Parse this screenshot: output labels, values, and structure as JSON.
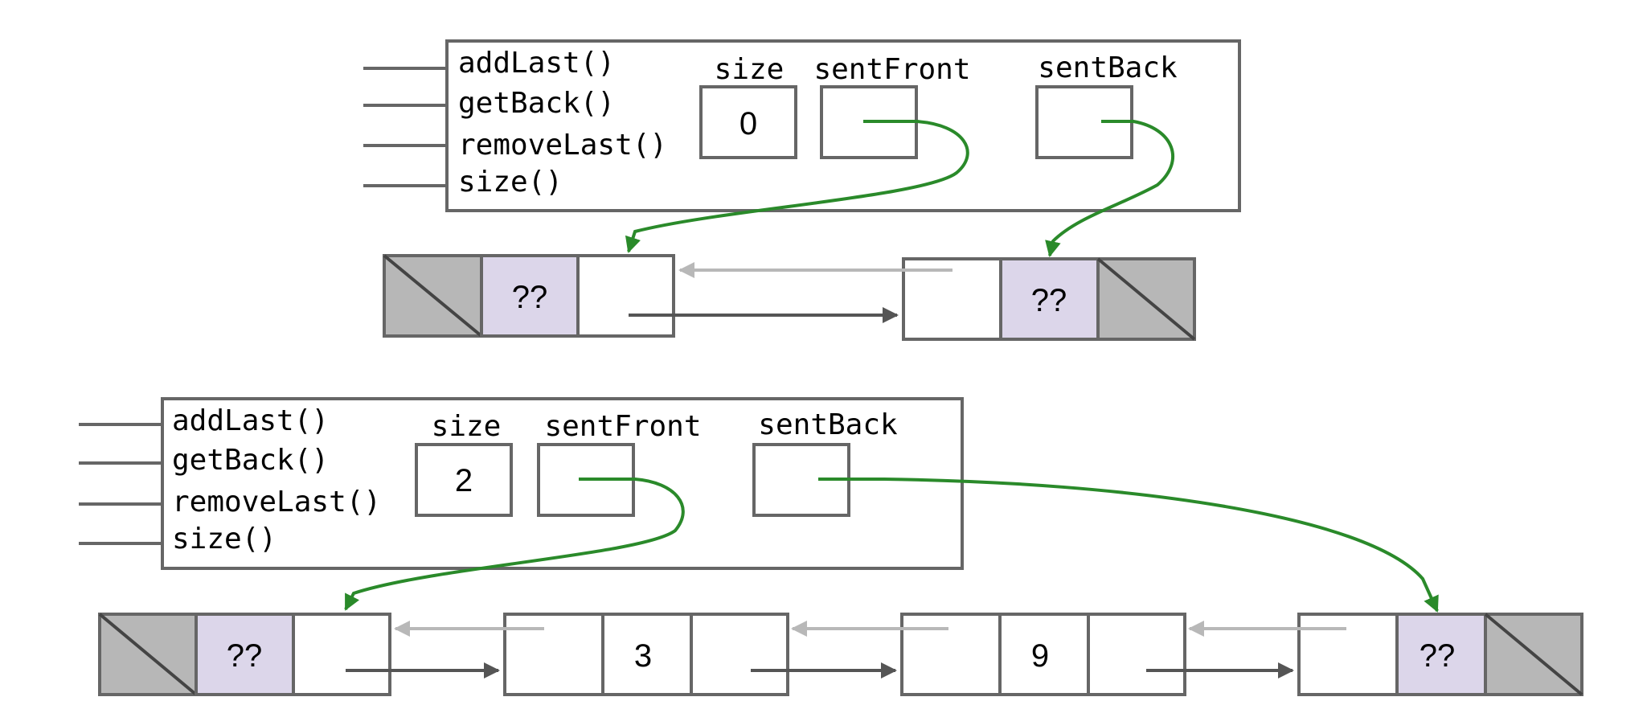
{
  "diagrams": [
    {
      "methods": [
        "addLast()",
        "getBack()",
        "removeLast()",
        "size()"
      ],
      "fields": {
        "size_label": "size",
        "size_value": "0",
        "front_label": "sentFront",
        "back_label": "sentBack"
      },
      "nodes": [
        "??",
        "??"
      ]
    },
    {
      "methods": [
        "addLast()",
        "getBack()",
        "removeLast()",
        "size()"
      ],
      "fields": {
        "size_label": "size",
        "size_value": "2",
        "front_label": "sentFront",
        "back_label": "sentBack"
      },
      "nodes": [
        "??",
        "3",
        "9",
        "??"
      ]
    }
  ],
  "colors": {
    "pointer": "#2a8a2a",
    "next_arrow": "#555555",
    "prev_arrow": "#b8b8b8",
    "item_fill": "#dcd6ea",
    "null_fill": "#b7b7b7"
  }
}
